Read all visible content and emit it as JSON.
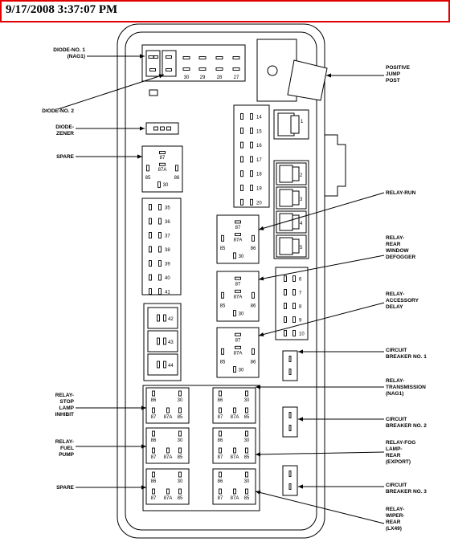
{
  "header": {
    "timestamp": "9/17/2008 3:37:07 PM"
  },
  "callouts": {
    "diode1": [
      "DIODE-NO. 1",
      "(NAG1)"
    ],
    "diode2": [
      "DIODE-NO. 2"
    ],
    "diodeZener": [
      "DIODE-",
      "ZENER"
    ],
    "spareTop": [
      "SPARE"
    ],
    "jumpPost": [
      "POSITIVE",
      "JUMP",
      "POST"
    ],
    "relayRun": [
      "RELAY-RUN"
    ],
    "relayRearDefog": [
      "RELAY-",
      "REAR",
      "WINDOW",
      "DEFOGGER"
    ],
    "relayAccessory": [
      "RELAY-",
      "ACCESSORY",
      "DELAY"
    ],
    "cb1": [
      "CIRCUIT",
      "BREAKER NO. 1"
    ],
    "relayTrans": [
      "RELAY-",
      "TRANSMISSION",
      "(NAG1)"
    ],
    "cb2": [
      "CIRCUIT",
      "BREAKER NO. 2"
    ],
    "relayFog": [
      "RELAY-FOG",
      "LAMP-",
      "REAR",
      "(EXPORT)"
    ],
    "cb3": [
      "CIRCUIT",
      "BREAKER NO. 3"
    ],
    "relayWiper": [
      "RELAY-",
      "WIPER-",
      "REAR",
      "(LX49)"
    ],
    "relayStop": [
      "RELAY-",
      "STOP",
      "LAMP",
      "INHIBIT"
    ],
    "relayFuelPump": [
      "RELAY-",
      "FUEL",
      "PUMP"
    ],
    "spareBottom": [
      "SPARE"
    ]
  },
  "diode_slots": [
    "30",
    "29",
    "28",
    "27"
  ],
  "fuse_col_mid": [
    "14",
    "15",
    "16",
    "17",
    "18",
    "19",
    "20"
  ],
  "fuse_col_right": [
    "6",
    "7",
    "8",
    "9",
    "10"
  ],
  "fuse_col_left": [
    "35",
    "36",
    "37",
    "38",
    "39",
    "40",
    "41"
  ],
  "cart_fuses_left": [
    "42",
    "43",
    "44"
  ],
  "cart_fuses_right": [
    "1",
    "2",
    "3",
    "4",
    "5"
  ],
  "relay_pins": {
    "p87": "87",
    "p87a": "87A",
    "p86": "86",
    "p85": "85",
    "p30": "30"
  }
}
